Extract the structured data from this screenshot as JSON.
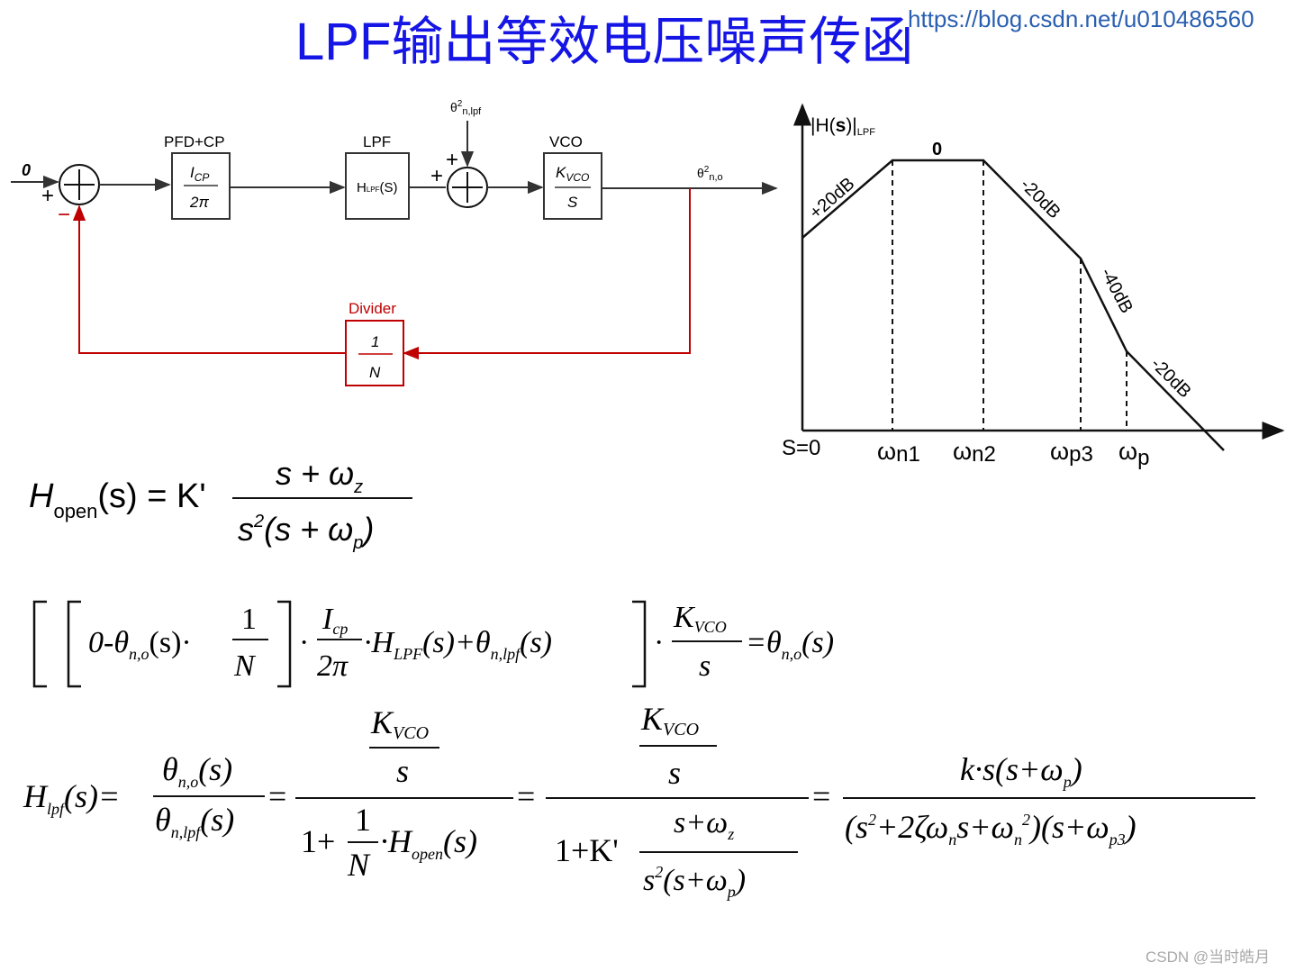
{
  "title": "LPF输出等效电压噪声传函",
  "source_url": "https://blog.csdn.net/u010486560",
  "watermark": "CSDN @当时皓月",
  "block_diagram": {
    "input_label": "0",
    "sum1_plus": "+",
    "sum1_minus": "−",
    "sum2_plus_left": "+",
    "sum2_plus_top": "+",
    "pfd": {
      "title": "PFD+CP",
      "num": "I",
      "num_sub": "CP",
      "den": "2π"
    },
    "lpf": {
      "title": "LPF",
      "label_main": "H",
      "label_sub": "LPF",
      "label_arg": "(S)"
    },
    "vco": {
      "title": "VCO",
      "num": "K",
      "num_sub": "VCO",
      "den": "S"
    },
    "noise_in": {
      "base": "θ",
      "sup": "2",
      "sub": "n,lpf"
    },
    "noise_out": {
      "base": "θ",
      "sup": "2",
      "sub": "n,o"
    },
    "divider": {
      "title": "Divider",
      "num": "1",
      "den": "N"
    },
    "colors": {
      "feedback": "#c00000",
      "forward": "#333333"
    }
  },
  "bode": {
    "ylabel_main": "|H(",
    "ylabel_s": "s",
    "ylabel_close": ")|",
    "ylabel_sub": "LPF",
    "flat_label": "0",
    "slope_labels": [
      "+20dB",
      "-20dB",
      "-40dB",
      "-20dB"
    ],
    "x_labels": [
      {
        "text": "S=0"
      },
      {
        "base": "ω",
        "sub": "n1"
      },
      {
        "base": "ω",
        "sub": "n2"
      },
      {
        "base": "ω",
        "sub": "p3"
      },
      {
        "base": "ω",
        "sub": "p"
      }
    ]
  },
  "equations": {
    "h_open": {
      "lhs": "H",
      "lhs_sub": "open",
      "lhs_arg": "(s) = K'",
      "num": "s + ω",
      "num_sub": "z",
      "den_a": "s",
      "den_sup": "2",
      "den_b": "(s + ω",
      "den_sub": "p",
      "den_c": ")"
    },
    "loop": {
      "t1": "0-θ",
      "t1_sub": "n,o",
      "t2": "(s)·",
      "frac1_num": "1",
      "frac1_den": "N",
      "dot": "·",
      "frac2_num": "I",
      "frac2_num_sub": "cp",
      "frac2_den": "2π",
      "t3": "·H",
      "t3_sub": "LPF",
      "t4": "(s)+θ",
      "t4_sub": "n,lpf",
      "t5": "(s)",
      "frac3_num": "K",
      "frac3_num_sub": "VCO",
      "frac3_den": "s",
      "rhs": "=θ",
      "rhs_sub": "n,o",
      "rhs_arg": "(s)"
    },
    "h_lpf": {
      "lhs": "H",
      "lhs_sub": "lpf",
      "lhs_arg": "(s)=",
      "f1_num": "θ",
      "f1_num_sub": "n,o",
      "f1_num_arg": "(s)",
      "f1_den": "θ",
      "f1_den_sub": "n,lpf",
      "f1_den_arg": "(s)",
      "eq": "=",
      "f2_top_num": "K",
      "f2_top_num_sub": "VCO",
      "f2_top_den": "s",
      "f2_bot_a": "1+",
      "f2_bot_num": "1",
      "f2_bot_den": "N",
      "f2_bot_b": "·H",
      "f2_bot_sub": "open",
      "f2_bot_c": "(s)",
      "f3_top_num": "K",
      "f3_top_num_sub": "VCO",
      "f3_top_den": "s",
      "f3_bot_a": "1+K'",
      "f3_bot_num": "s+ω",
      "f3_bot_num_sub": "z",
      "f3_bot_den_a": "s",
      "f3_bot_den_sup": "2",
      "f3_bot_den_b": "(s+ω",
      "f3_bot_den_sub": "p",
      "f3_bot_den_c": ")",
      "f4_num_a": "k·s(s+ω",
      "f4_num_sub": "p",
      "f4_num_b": ")",
      "f4_den_a": "(s",
      "f4_den_sup1": "2",
      "f4_den_b": "+2ζω",
      "f4_den_sub1": "n",
      "f4_den_c": "s+ω",
      "f4_den_sub2": "n",
      "f4_den_sup2": "2",
      "f4_den_d": ")(s+ω",
      "f4_den_sub3": "p3",
      "f4_den_e": ")"
    }
  }
}
